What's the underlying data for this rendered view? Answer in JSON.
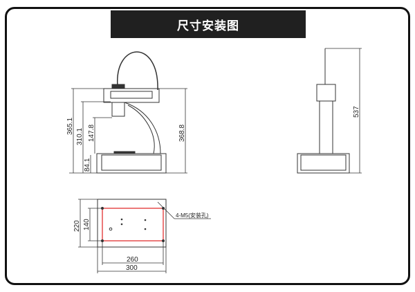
{
  "title": "尺寸安装图",
  "front_view": {
    "dims": [
      "365.1",
      "310.1",
      "147.8",
      "84.1",
      "368.8"
    ]
  },
  "side_view": {
    "dims": [
      "537"
    ]
  },
  "base_plate": {
    "dims": [
      "220",
      "140",
      "260",
      "300"
    ],
    "hole_label": "4-M5(安装孔)"
  },
  "colors": {
    "banner": "#202020",
    "mount_rect": "#e02020"
  }
}
